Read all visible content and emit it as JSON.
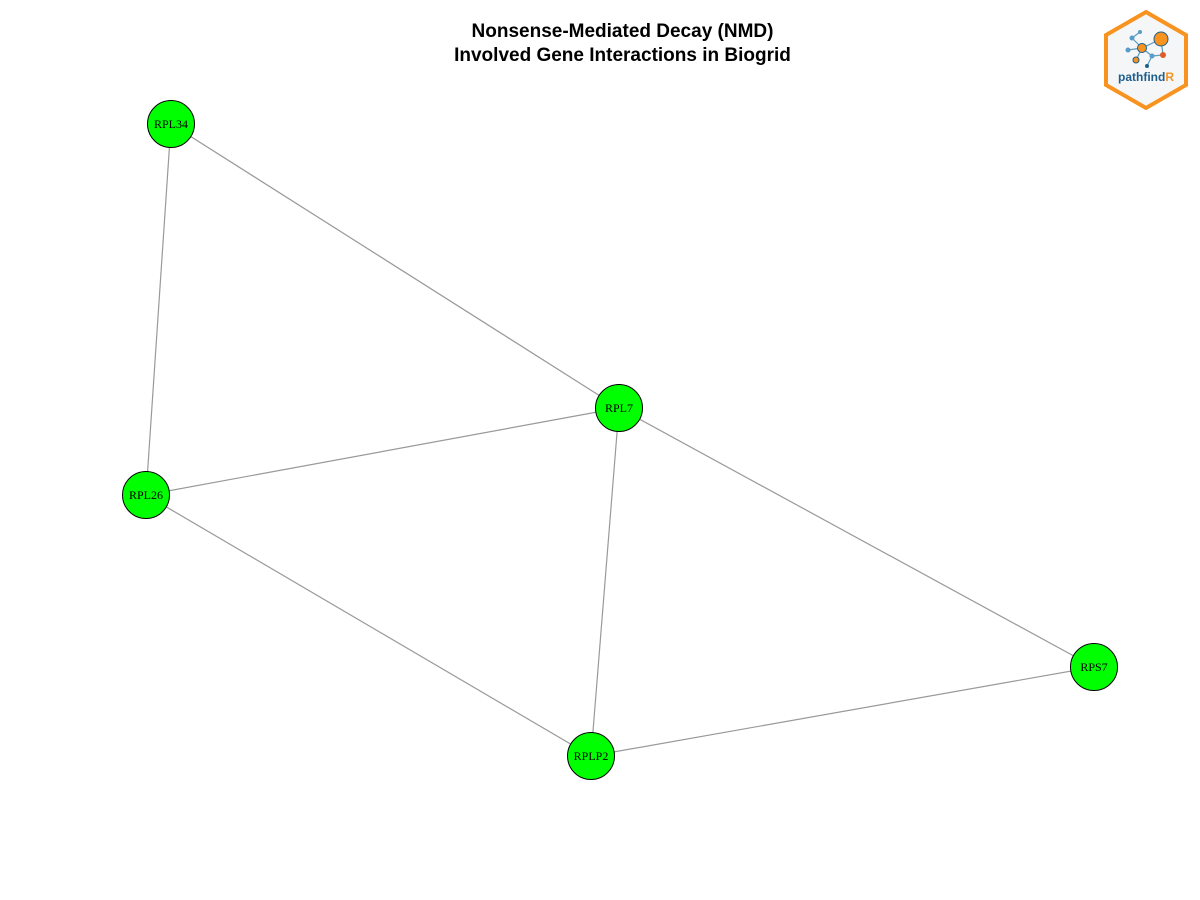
{
  "title": {
    "line1": "Nonsense-Mediated Decay (NMD)",
    "line2": "Involved Gene Interactions in Biogrid"
  },
  "logo": {
    "text_main": "pathfind",
    "text_accent": "R"
  },
  "colors": {
    "node_fill": "#00ff00",
    "node_stroke": "#000000",
    "edge": "#999999",
    "logo_orange": "#f7931e",
    "logo_blue": "#1f5f8a"
  },
  "graph": {
    "nodes": [
      {
        "id": "RPL34",
        "label": "RPL34"
      },
      {
        "id": "RPL7",
        "label": "RPL7"
      },
      {
        "id": "RPL26",
        "label": "RPL26"
      },
      {
        "id": "RPS7",
        "label": "RPS7"
      },
      {
        "id": "RPLP2",
        "label": "RPLP2"
      }
    ],
    "edges": [
      [
        "RPL34",
        "RPL7"
      ],
      [
        "RPL34",
        "RPL26"
      ],
      [
        "RPL26",
        "RPL7"
      ],
      [
        "RPL7",
        "RPS7"
      ],
      [
        "RPL7",
        "RPLP2"
      ],
      [
        "RPL26",
        "RPLP2"
      ],
      [
        "RPLP2",
        "RPS7"
      ]
    ]
  }
}
